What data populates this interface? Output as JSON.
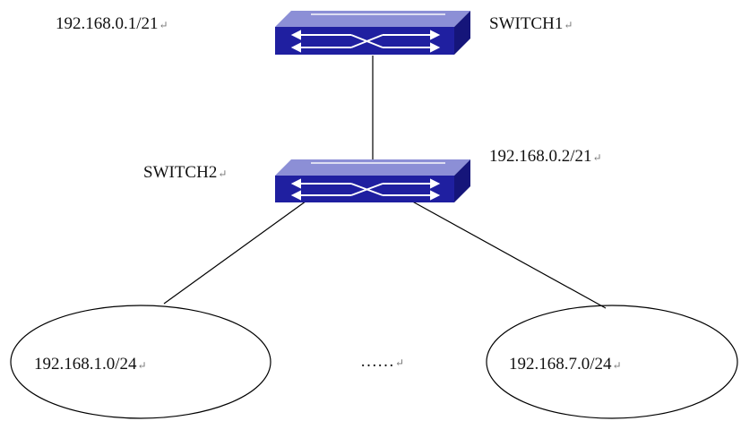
{
  "switch1": {
    "name": "SWITCH1",
    "ip": "192.168.0.1/21"
  },
  "switch2": {
    "name": "SWITCH2",
    "ip": "192.168.0.2/21"
  },
  "subnets": {
    "left": "192.168.1.0/24",
    "right": "192.168.7.0/24"
  },
  "ellipsis": "……",
  "return_mark": "↵",
  "colors": {
    "switch_top": "#8c8fd6",
    "switch_front": "#1f1fa0",
    "switch_side": "#15157a",
    "arrows": "#ffffff",
    "line": "#000000"
  },
  "icons": {
    "switch": "network-switch-icon"
  }
}
